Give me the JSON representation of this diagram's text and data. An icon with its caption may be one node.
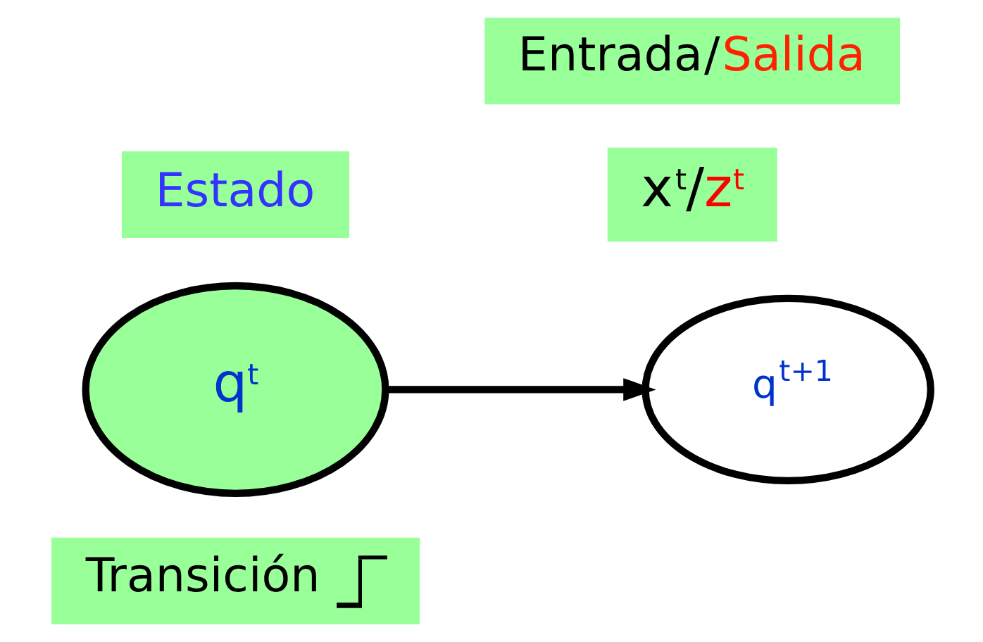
{
  "diagram": {
    "nodes": [
      {
        "text": [
          "Entrada/Salida"
        ]
      },
      {
        "text": [
          "Estado"
        ]
      },
      {
        "text": [
          "x$^{t}$/z$^{t}$"
        ]
      },
      {
        "text": [
          "q$^{t}$"
        ]
      },
      {
        "text": [
          "q$^{t+1}$"
        ]
      },
      {
        "text": [
          "Transición"
        ]
      }
    ],
    "edges": [
      {
        "from": 3,
        "to": 4,
        "arrow": "to"
      }
    ]
  }
}
